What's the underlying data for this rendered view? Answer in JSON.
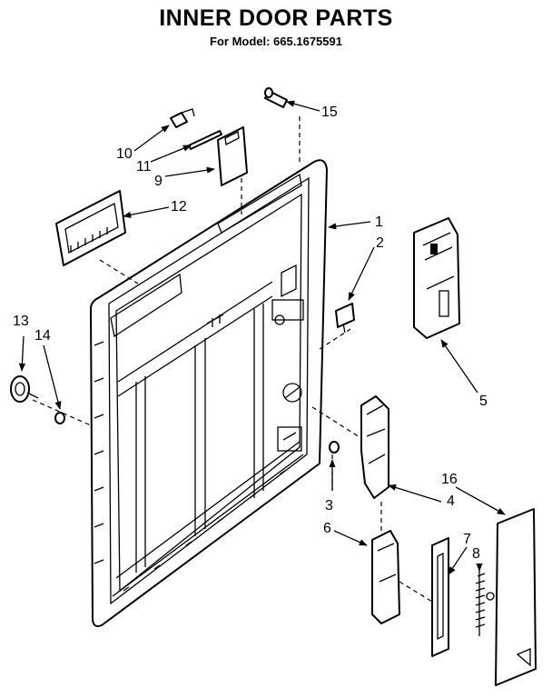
{
  "diagram": {
    "title": "INNER DOOR PARTS",
    "subtitle": "For Model: 665.1675591",
    "callouts": [
      {
        "id": "c1",
        "label": "1"
      },
      {
        "id": "c2",
        "label": "2"
      },
      {
        "id": "c3",
        "label": "3"
      },
      {
        "id": "c4",
        "label": "4"
      },
      {
        "id": "c5",
        "label": "5"
      },
      {
        "id": "c6",
        "label": "6"
      },
      {
        "id": "c7",
        "label": "7"
      },
      {
        "id": "c8",
        "label": "8"
      },
      {
        "id": "c9",
        "label": "9"
      },
      {
        "id": "c10",
        "label": "10"
      },
      {
        "id": "c11",
        "label": "11"
      },
      {
        "id": "c12",
        "label": "12"
      },
      {
        "id": "c13",
        "label": "13"
      },
      {
        "id": "c14",
        "label": "14"
      },
      {
        "id": "c15",
        "label": "15"
      },
      {
        "id": "c16",
        "label": "16"
      }
    ]
  }
}
